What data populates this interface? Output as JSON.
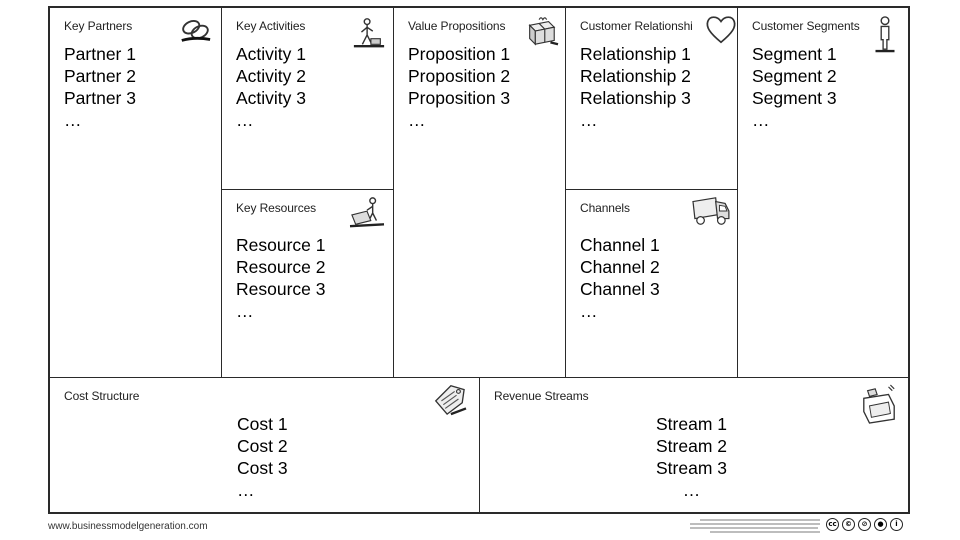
{
  "blocks": {
    "key_partners": {
      "title": "Key Partners",
      "items": [
        "Partner 1",
        "Partner 2",
        "Partner 3",
        "…"
      ]
    },
    "key_activities": {
      "title": "Key Activities",
      "items": [
        "Activity 1",
        "Activity 2",
        "Activity 3",
        "…"
      ]
    },
    "key_resources": {
      "title": "Key Resources",
      "items": [
        "Resource 1",
        "Resource 2",
        "Resource 3",
        "…"
      ]
    },
    "value_propositions": {
      "title": "Value Propositions",
      "items": [
        "Proposition 1",
        "Proposition 2",
        "Proposition 3",
        "…"
      ]
    },
    "customer_relationships": {
      "title": "Customer Relationshi",
      "items": [
        "Relationship 1",
        "Relationship 2",
        "Relationship 3",
        "…"
      ]
    },
    "channels": {
      "title": "Channels",
      "items": [
        "Channel 1",
        "Channel 2",
        "Channel 3",
        "…"
      ]
    },
    "customer_segments": {
      "title": "Customer Segments",
      "items": [
        "Segment 1",
        "Segment 2",
        "Segment 3",
        "…"
      ]
    },
    "cost_structure": {
      "title": "Cost Structure",
      "items": [
        "Cost 1",
        "Cost 2",
        "Cost 3",
        "…"
      ]
    },
    "revenue_streams": {
      "title": "Revenue Streams",
      "items": [
        "Stream 1",
        "Stream 2",
        "Stream 3",
        "…"
      ]
    }
  },
  "footer": {
    "url": "www.businessmodelgeneration.com",
    "license_badges": [
      "cc",
      "by",
      "sa",
      "nc",
      "i"
    ]
  },
  "icons": {
    "key_partners": "chain-link-icon",
    "key_activities": "worker-icon",
    "key_resources": "forklift-worker-icon",
    "value_propositions": "gift-box-icon",
    "customer_relationships": "heart-icon",
    "channels": "delivery-truck-icon",
    "customer_segments": "person-icon",
    "cost_structure": "price-tag-icon",
    "revenue_streams": "cash-register-icon"
  },
  "colors": {
    "border": "#2a2a2a",
    "text": "#000000",
    "title": "#222222"
  }
}
